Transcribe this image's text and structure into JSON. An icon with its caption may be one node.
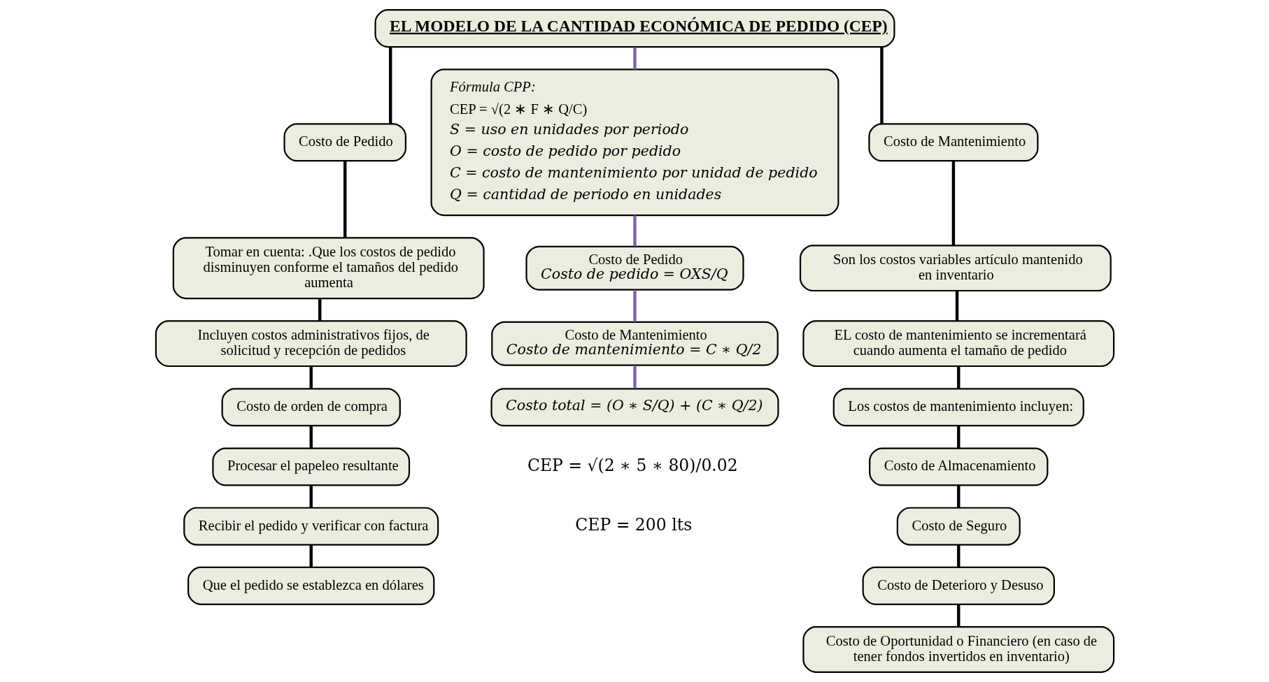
{
  "diagram": {
    "nodes": [
      {
        "text": [
          "EL MODELO DE LA CANTIDAD ECONÓMICA DE PEDIDO (CEP)"
        ]
      },
      {
        "text": [
          "Costo de Pedido"
        ]
      },
      {
        "text": [
          "Tomar en cuenta: .Que los costos de pedido disminuyen conforme el tamaños del pedido aumenta"
        ]
      },
      {
        "text": [
          "Incluyen costos administrativos fijos, de solicitud y recepción de pedidos"
        ]
      },
      {
        "text": [
          "Costo de orden de compra"
        ]
      },
      {
        "text": [
          "Procesar el papeleo resultante"
        ]
      },
      {
        "text": [
          "Recibir el pedido y verificar con factura"
        ]
      },
      {
        "text": [
          "Que el pedido se establezca en dólares"
        ]
      },
      {
        "text": [
          "Fórmula CPP:",
          "CEP = √(2 ∗ F ∗ Q/C)",
          "S = uso en unidades por periodo",
          "O = costo de pedido por pedido",
          "C = costo de mantenimiento por unidad de pedido",
          "Q = cantidad de periodo en unidades"
        ]
      },
      {
        "text": [
          "Costo de Pedido",
          "Costo de pedido = OXS/Q"
        ]
      },
      {
        "text": [
          "Costo de Mantenimiento",
          "Costo de mantenimiento = C ∗ Q/2"
        ]
      },
      {
        "text": [
          "Costo total = (O ∗ S/Q) + (C ∗ Q/2)"
        ]
      },
      {
        "text": [
          "Costo de Mantenimiento"
        ]
      },
      {
        "text": [
          "Son los costos variables artículo mantenido en inventario"
        ]
      },
      {
        "text": [
          "EL costo de mantenimiento se incrementará cuando aumenta el tamaño de pedido"
        ]
      },
      {
        "text": [
          "Los costos de mantenimiento incluyen:"
        ]
      },
      {
        "text": [
          "Costo de Almacenamiento"
        ]
      },
      {
        "text": [
          "Costo de Seguro"
        ]
      },
      {
        "text": [
          "Costo de Deterioro y Desuso"
        ]
      },
      {
        "text": [
          "Costo de Oportunidad o Financiero (en caso de tener fondos invertidos en inventario)"
        ]
      }
    ],
    "edges": [
      {
        "from": 0,
        "to": 1,
        "arrow": "none"
      },
      {
        "from": 1,
        "to": 2,
        "arrow": "none"
      },
      {
        "from": 2,
        "to": 3,
        "arrow": "none"
      },
      {
        "from": 3,
        "to": 4,
        "arrow": "none"
      },
      {
        "from": 4,
        "to": 5,
        "arrow": "none"
      },
      {
        "from": 5,
        "to": 6,
        "arrow": "none"
      },
      {
        "from": 6,
        "to": 7,
        "arrow": "none"
      },
      {
        "from": 0,
        "to": 8,
        "arrow": "none",
        "color": "#8064a2"
      },
      {
        "from": 8,
        "to": 9,
        "arrow": "none",
        "color": "#8064a2"
      },
      {
        "from": 9,
        "to": 10,
        "arrow": "none",
        "color": "#8064a2"
      },
      {
        "from": 10,
        "to": 11,
        "arrow": "none",
        "color": "#8064a2"
      },
      {
        "from": 0,
        "to": 12,
        "arrow": "none"
      },
      {
        "from": 12,
        "to": 13,
        "arrow": "none"
      },
      {
        "from": 13,
        "to": 14,
        "arrow": "none"
      },
      {
        "from": 14,
        "to": 15,
        "arrow": "none"
      },
      {
        "from": 15,
        "to": 16,
        "arrow": "none"
      },
      {
        "from": 16,
        "to": 17,
        "arrow": "none"
      },
      {
        "from": 17,
        "to": 18,
        "arrow": "none"
      },
      {
        "from": 18,
        "to": 19,
        "arrow": "none"
      }
    ],
    "labels": [
      "CEP = √(2 ∗ 5 ∗ 80)/0.02",
      "CEP = 200 lts"
    ]
  }
}
